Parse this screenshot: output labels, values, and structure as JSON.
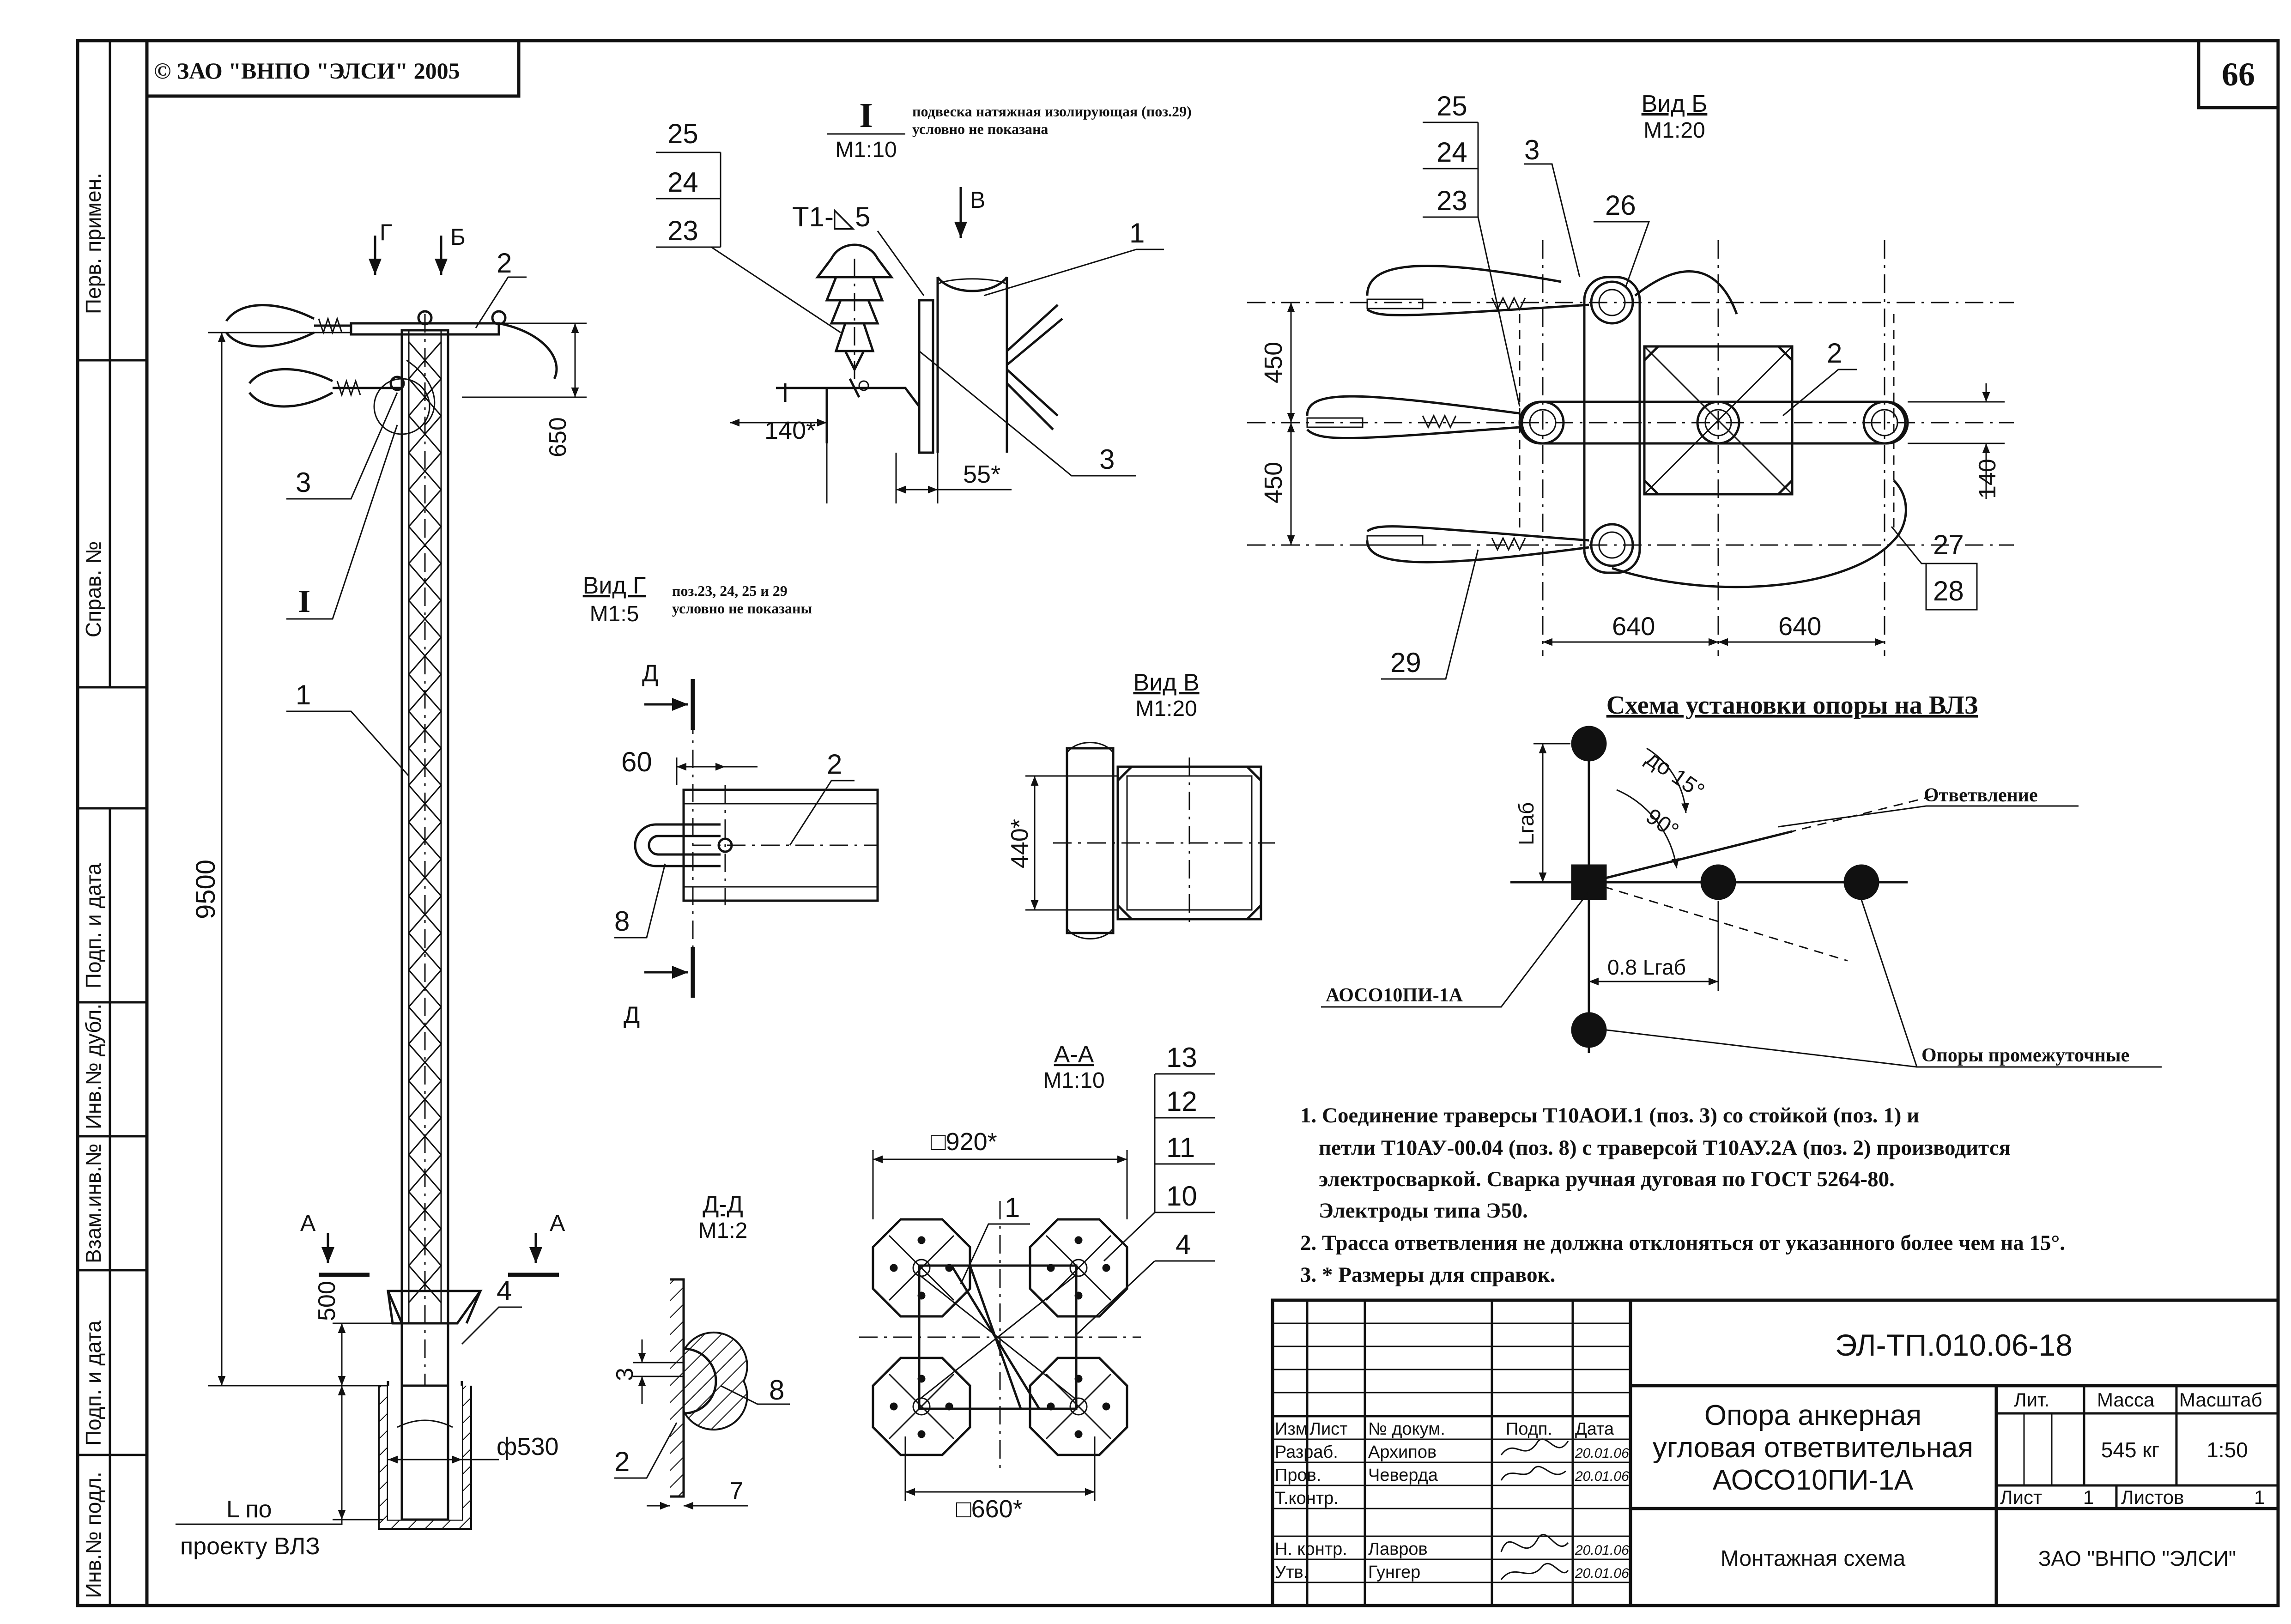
{
  "copyright": "© ЗАО \"ВНПО \"ЭЛСИ\" 2005",
  "page_number": "66",
  "side_stamp": {
    "perv_primen": "Перв. примен.",
    "sprav_no": "Справ. №",
    "podp_i_data_1": "Подп. и дата",
    "inv_dubl": "Инв.№ дубл.",
    "vzam_inv": "Взам.инв.№",
    "podp_i_data_2": "Подп. и дата",
    "inv_podl": "Инв.№ подл."
  },
  "main_view": {
    "labels": {
      "g": "Г",
      "b": "Б",
      "l2": "2",
      "l3": "3",
      "lI": "I",
      "l1": "1",
      "l4": "4",
      "a_left": "А",
      "a_right": "А"
    },
    "dims": {
      "h650": "650",
      "h9500": "9500",
      "h500": "500",
      "dia530": "ф530",
      "l_po": "L по",
      "proekt": "проекту ВЛЗ"
    }
  },
  "view_I": {
    "title": "I",
    "scale": "М1:10",
    "note_line1": "подвеска натяжная изолирующая (поз.29)",
    "note_line2": "условно не показана",
    "weld": "Т1-◺5",
    "labels": {
      "l25": "25",
      "l24": "24",
      "l23": "23",
      "lB": "В",
      "l1": "1",
      "l3": "3"
    },
    "dims": {
      "d140": "140*",
      "d55": "55*"
    }
  },
  "view_B": {
    "title": "Вид Б",
    "scale": "М1:20",
    "labels": {
      "l25": "25",
      "l24": "24",
      "l23": "23",
      "l3": "3",
      "l26": "26",
      "l2": "2",
      "l27": "27",
      "l28": "28",
      "l29": "29"
    },
    "dims": {
      "d450a": "450",
      "d450b": "450",
      "d140": "140",
      "d640a": "640",
      "d640b": "640"
    }
  },
  "view_G": {
    "title": "Вид Г",
    "scale": "М1:5",
    "note_line1": "поз.23, 24, 25 и 29",
    "note_line2": "условно не показаны",
    "labels": {
      "d_top": "Д",
      "d_bot": "Д",
      "l2": "2",
      "l8": "8"
    },
    "dims": {
      "d60": "60"
    }
  },
  "view_V": {
    "title": "Вид В",
    "scale": "М1:20",
    "dims": {
      "d440": "440*"
    }
  },
  "section_AA": {
    "title": "А-А",
    "scale": "М1:10",
    "labels": {
      "l13": "13",
      "l12": "12",
      "l11": "11",
      "l10": "10",
      "l1": "1",
      "l4": "4"
    },
    "dims": {
      "d920": "□920*",
      "d660": "□660*"
    }
  },
  "section_DD": {
    "title": "Д-Д",
    "scale": "М1:2",
    "labels": {
      "l8": "8",
      "l2": "2"
    },
    "dims": {
      "d3": "3",
      "d7": "7"
    }
  },
  "scheme": {
    "title": "Схема установки опоры на ВЛЗ",
    "branch": "Ответвление",
    "intermediate": "Опоры промежуточные",
    "support": "АОСО10ПИ-1А",
    "angle15": "до 15°",
    "angle90": "90°",
    "lgab": "Lгаб",
    "lgab08": "0.8 Lгаб"
  },
  "notes": [
    "1. Соединение траверсы Т10АОИ.1 (поз. 3) со стойкой (поз. 1) и",
    "петли Т10АУ-00.04 (поз. 8) с траверсой Т10АУ.2А (поз. 2) производится",
    "электросваркой. Сварка ручная дуговая по ГОСТ 5264-80.",
    "Электроды типа Э50.",
    "2. Трасса ответвления не должна отклоняться от указанного более чем на 15°.",
    "3. * Размеры для справок."
  ],
  "title_block": {
    "doc_code": "ЭЛ-ТП.010.06-18",
    "name_line1": "Опора анкерная",
    "name_line2": "угловая ответвительная",
    "name_line3": "АОСО10ПИ-1А",
    "subtitle": "Монтажная схема",
    "lit": "Лит.",
    "massa": "Масса",
    "masshtab": "Масштаб",
    "mass_value": "545 кг",
    "scale_value": "1:50",
    "sheet_label": "Лист",
    "sheet_value": "1",
    "sheets_label": "Листов",
    "sheets_value": "1",
    "company": "ЗАО \"ВНПО \"ЭЛСИ\"",
    "header_row": [
      "Изм",
      "Лист",
      "№ докум.",
      "Подп.",
      "Дата"
    ],
    "rows": [
      {
        "role": "Разраб.",
        "name": "Архипов",
        "date": "20.01.06"
      },
      {
        "role": "Пров.",
        "name": "Чеверда",
        "date": "20.01.06"
      },
      {
        "role": "Т.контр.",
        "name": "",
        "date": ""
      },
      {
        "role": "",
        "name": "",
        "date": ""
      },
      {
        "role": "Н. контр.",
        "name": "Лавров",
        "date": "20.01.06"
      },
      {
        "role": "Утв.",
        "name": "Гунгер",
        "date": "20.01.06"
      }
    ]
  }
}
